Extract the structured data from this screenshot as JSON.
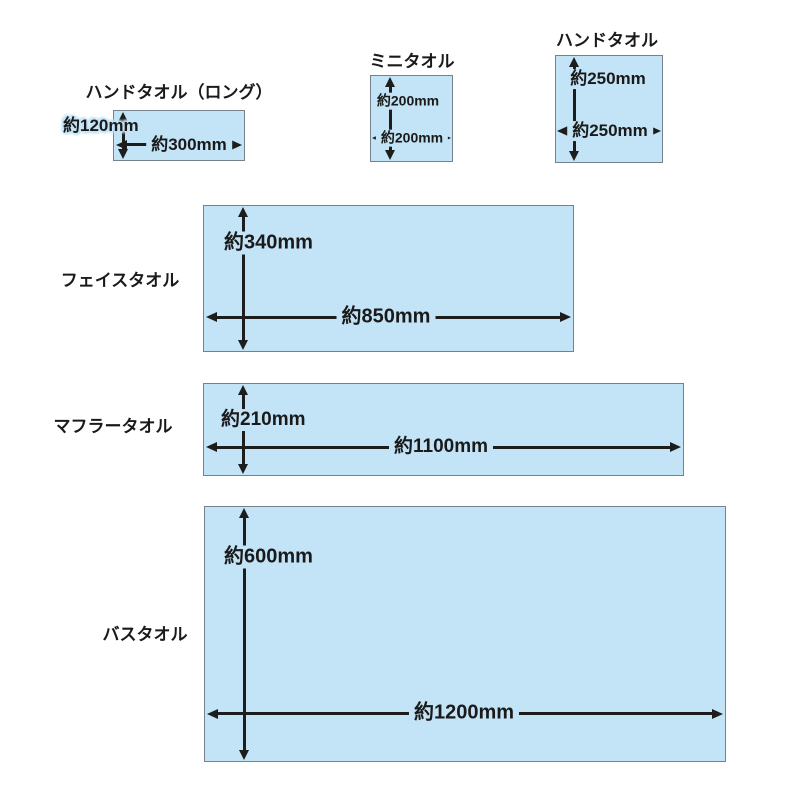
{
  "diagram_title": "towel size comparison diagram",
  "colors": {
    "towel_fill": "#c3e3f7",
    "towel_border": "#75828c",
    "arrow": "#1d1d1d",
    "text": "#1a1a1a",
    "page_bg": "#ffffff"
  },
  "towels": [
    {
      "name": "ハンドタオル（ロング）",
      "height_label": "約120mm",
      "width_label": "約300mm",
      "height_mm": 120,
      "width_mm": 300
    },
    {
      "name": "ミニタオル",
      "height_label": "約200mm",
      "width_label": "約200mm",
      "height_mm": 200,
      "width_mm": 200
    },
    {
      "name": "ハンドタオル",
      "height_label": "約250mm",
      "width_label": "約250mm",
      "height_mm": 250,
      "width_mm": 250
    },
    {
      "name": "フェイスタオル",
      "height_label": "約340mm",
      "width_label": "約850mm",
      "height_mm": 340,
      "width_mm": 850
    },
    {
      "name": "マフラータオル",
      "height_label": "約210mm",
      "width_label": "約1100mm",
      "height_mm": 210,
      "width_mm": 1100
    },
    {
      "name": "バスタオル",
      "height_label": "約600mm",
      "width_label": "約1200mm",
      "height_mm": 600,
      "width_mm": 1200
    }
  ]
}
